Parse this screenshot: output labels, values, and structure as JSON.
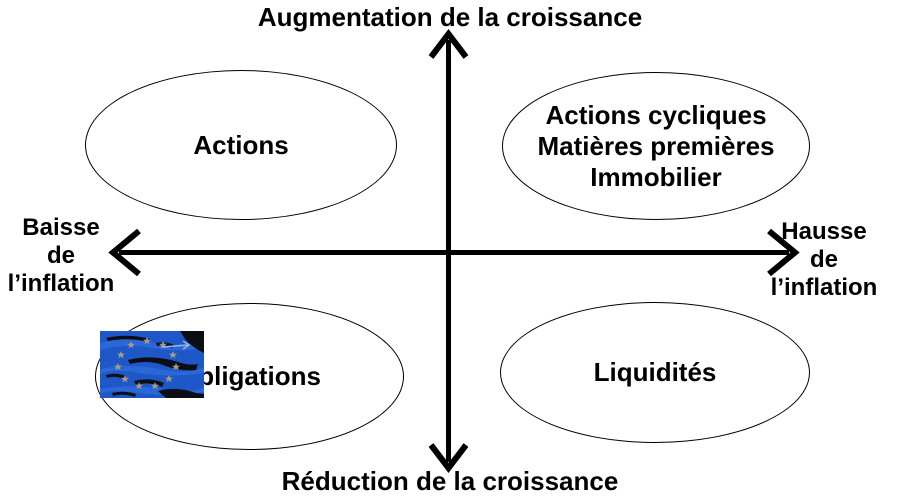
{
  "diagram": {
    "type": "quadrant-diagram",
    "axes": {
      "vertical": {
        "top_label": "Augmentation de la croissance",
        "bottom_label": "Réduction de la croissance"
      },
      "horizontal": {
        "left_label_lines": [
          "Baisse",
          "de",
          "l’inflation"
        ],
        "right_label_lines": [
          "Hausse",
          "de",
          "l’inflation"
        ]
      }
    },
    "quadrants": {
      "top_left": {
        "lines": [
          "Actions"
        ]
      },
      "top_right": {
        "lines": [
          "Actions cycliques",
          "Matières premières",
          "Immobilier"
        ]
      },
      "bottom_left": {
        "lines": [
          "Obligations"
        ]
      },
      "bottom_right": {
        "lines": [
          "Liquidités"
        ]
      }
    },
    "decorations": {
      "eu_flag_image": "eu-flag-with-stars"
    },
    "colors": {
      "ink": "#000000",
      "background": "#ffffff",
      "flag_blue": "#1e57c8",
      "flag_blue_light": "#2e6ad8",
      "flag_shadow": "#0b0e15",
      "flag_star": "#a39b8a",
      "flag_arrow": "#9db4e4"
    }
  }
}
